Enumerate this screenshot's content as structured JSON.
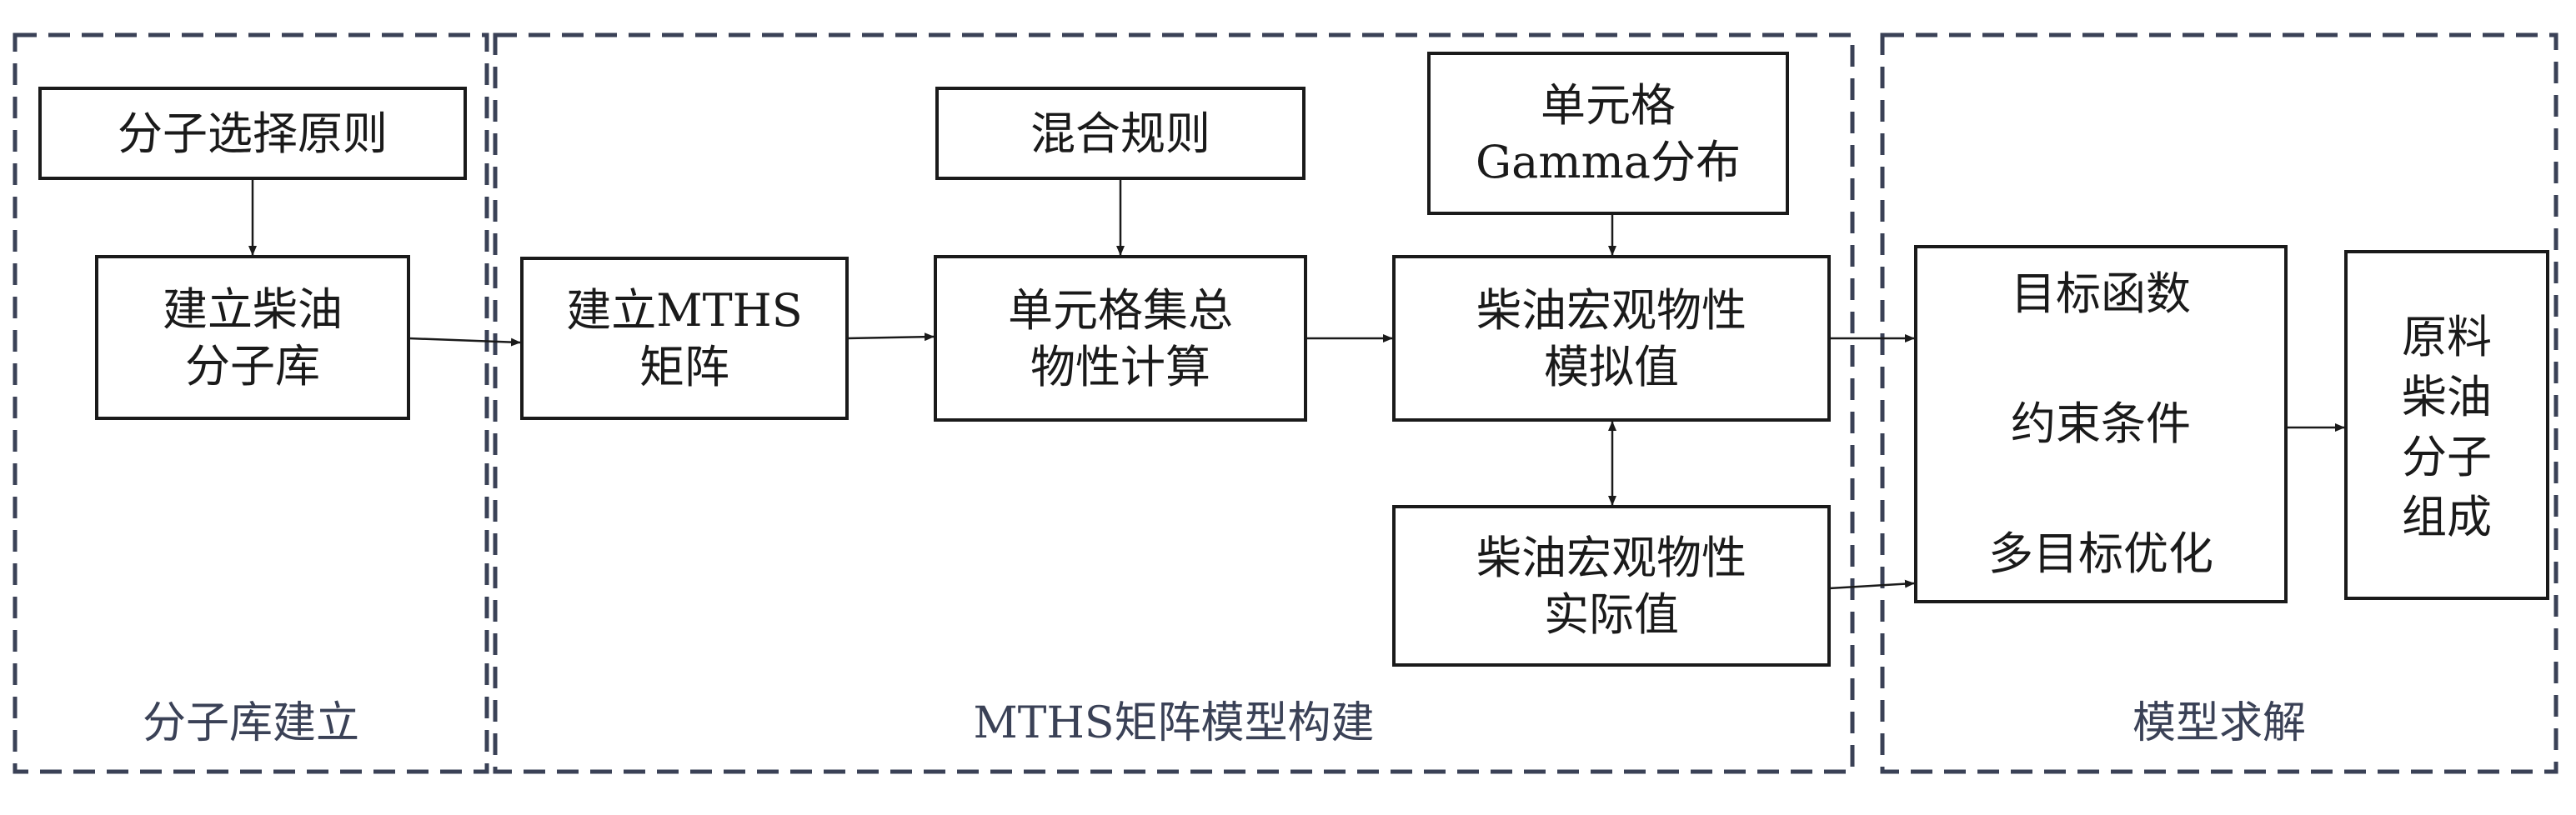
{
  "groups": {
    "library": {
      "label": "分子库建立"
    },
    "mths": {
      "label": "MTHS矩阵模型构建"
    },
    "solve": {
      "label": "模型求解"
    }
  },
  "nodes": {
    "selection_principle": {
      "lines": [
        "分子选择原则"
      ]
    },
    "build_library": {
      "lines": [
        "建立柴油",
        "分子库"
      ]
    },
    "build_mths": {
      "lines": [
        "建立MTHS",
        "矩阵"
      ]
    },
    "mixing_rule": {
      "lines": [
        "混合规则"
      ]
    },
    "cell_calc": {
      "lines": [
        "单元格集总",
        "物性计算"
      ]
    },
    "gamma_dist": {
      "lines": [
        "单元格",
        "Gamma分布"
      ]
    },
    "sim_value": {
      "lines": [
        "柴油宏观物性",
        "模拟值"
      ]
    },
    "actual_value": {
      "lines": [
        "柴油宏观物性",
        "实际值"
      ]
    },
    "objective": {
      "lines": [
        "目标函数",
        "约束条件",
        "多目标优化"
      ]
    },
    "result": {
      "lines": [
        "原料",
        "柴油",
        "分子",
        "组成"
      ]
    }
  }
}
